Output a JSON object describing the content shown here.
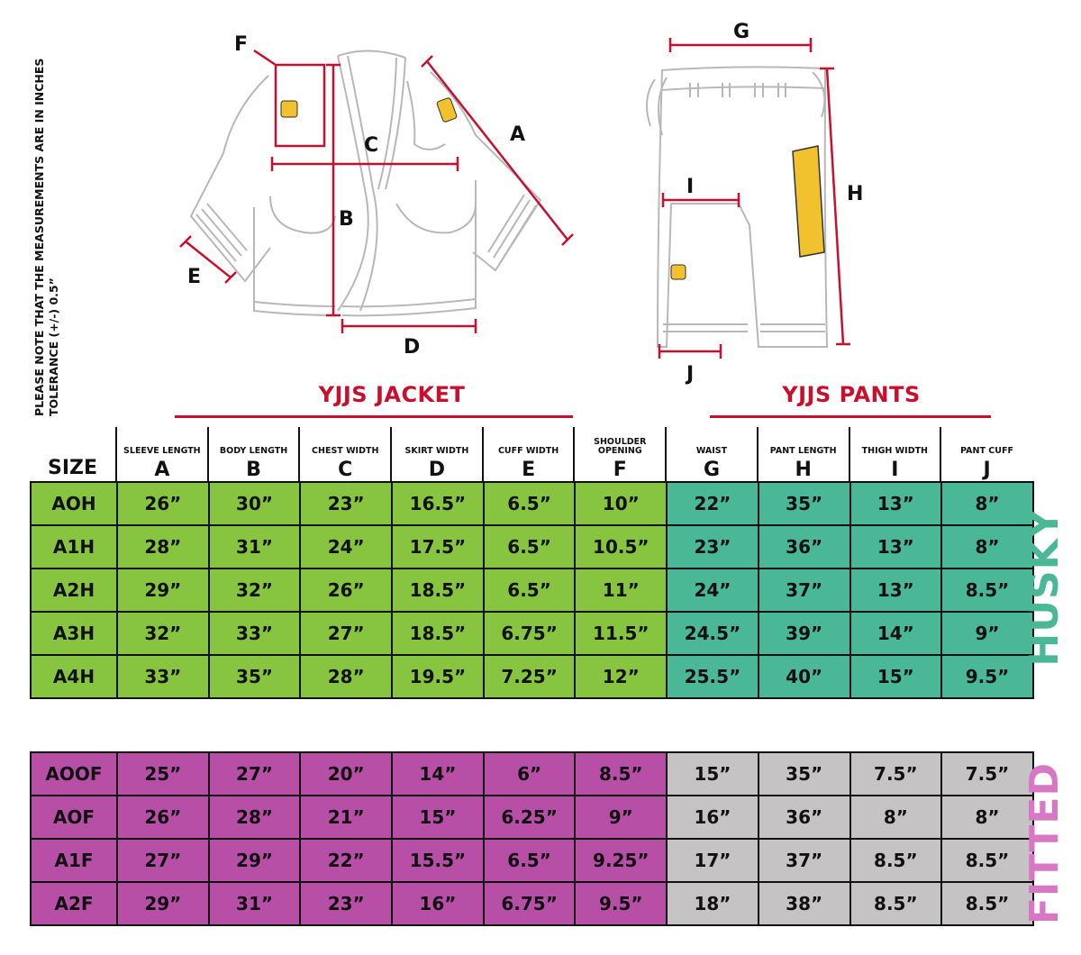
{
  "note": {
    "line1": "PLEASE NOTE THAT THE MEASUREMENTS ARE IN INCHES",
    "line2": "TOLERANCE (+/-) 0.5”"
  },
  "diagram_letters": {
    "A": "A",
    "B": "B",
    "C": "C",
    "D": "D",
    "E": "E",
    "F": "F",
    "G": "G",
    "H": "H",
    "I": "I",
    "J": "J"
  },
  "sections": {
    "jacket": "YJJS JACKET",
    "pants": "YJJS PANTS"
  },
  "header": {
    "size": "SIZE",
    "columns": [
      {
        "label": "SLEEVE LENGTH",
        "letter": "A"
      },
      {
        "label": "BODY LENGTH",
        "letter": "B"
      },
      {
        "label": "CHEST WIDTH",
        "letter": "C"
      },
      {
        "label": "SKIRT WIDTH",
        "letter": "D"
      },
      {
        "label": "CUFF WIDTH",
        "letter": "E"
      },
      {
        "label": "SHOULDER OPENING",
        "letter": "F"
      },
      {
        "label": "WAIST",
        "letter": "G"
      },
      {
        "label": "PANT LENGTH",
        "letter": "H"
      },
      {
        "label": "THIGH WIDTH",
        "letter": "I"
      },
      {
        "label": "PANT CUFF",
        "letter": "J"
      }
    ]
  },
  "husky": {
    "label": "HUSKY",
    "label_color": "#4ab797",
    "jacket_color": "#87c540",
    "pants_color": "#4ab797",
    "rows": [
      {
        "size": "AOH",
        "values": [
          "26”",
          "30”",
          "23”",
          "16.5”",
          "6.5”",
          "10”",
          "22”",
          "35”",
          "13”",
          "8”"
        ]
      },
      {
        "size": "A1H",
        "values": [
          "28”",
          "31”",
          "24”",
          "17.5”",
          "6.5”",
          "10.5”",
          "23”",
          "36”",
          "13”",
          "8”"
        ]
      },
      {
        "size": "A2H",
        "values": [
          "29”",
          "32”",
          "26”",
          "18.5”",
          "6.5”",
          "11”",
          "24”",
          "37”",
          "13”",
          "8.5”"
        ]
      },
      {
        "size": "A3H",
        "values": [
          "32”",
          "33”",
          "27”",
          "18.5”",
          "6.75”",
          "11.5”",
          "24.5”",
          "39”",
          "14”",
          "9”"
        ]
      },
      {
        "size": "A4H",
        "values": [
          "33”",
          "35”",
          "28”",
          "19.5”",
          "7.25”",
          "12”",
          "25.5”",
          "40”",
          "15”",
          "9.5”"
        ]
      }
    ]
  },
  "fitted": {
    "label": "FITTED",
    "label_color": "#d877c4",
    "jacket_color": "#b84fa6",
    "pants_color": "#c6c3c4",
    "rows": [
      {
        "size": "AOOF",
        "values": [
          "25”",
          "27”",
          "20”",
          "14”",
          "6”",
          "8.5”",
          "15”",
          "35”",
          "7.5”",
          "7.5”"
        ]
      },
      {
        "size": "AOF",
        "values": [
          "26”",
          "28”",
          "21”",
          "15”",
          "6.25”",
          "9”",
          "16”",
          "36”",
          "8”",
          "8”"
        ]
      },
      {
        "size": "A1F",
        "values": [
          "27”",
          "29”",
          "22”",
          "15.5”",
          "6.5”",
          "9.25”",
          "17”",
          "37”",
          "8.5”",
          "8.5”"
        ]
      },
      {
        "size": "A2F",
        "values": [
          "29”",
          "31”",
          "23”",
          "16”",
          "6.75”",
          "9.5”",
          "18”",
          "38”",
          "8.5”",
          "8.5”"
        ]
      }
    ]
  },
  "colors": {
    "accent_red": "#c8102e",
    "logo_yellow": "#f2c12e"
  }
}
